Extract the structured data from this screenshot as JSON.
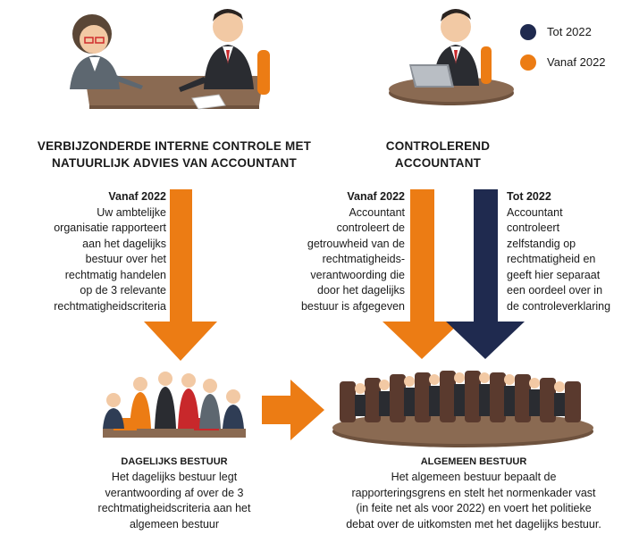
{
  "legend": {
    "items": [
      {
        "label": "Tot 2022",
        "color": "#1f2a4f"
      },
      {
        "label": "Vanaf 2022",
        "color": "#ec7c14"
      }
    ]
  },
  "left_heading": {
    "line1": "VERBIJZONDERDE INTERNE CONTROLE MET",
    "line2": "NATUURLIJK ADVIES VAN ACCOUNTANT"
  },
  "right_heading": {
    "line1": "CONTROLEREND",
    "line2": "ACCOUNTANT"
  },
  "left_arrow_text": {
    "title": "Vanaf 2022",
    "lines": [
      "Uw ambtelijke",
      "organisatie rapporteert",
      "aan het dagelijks",
      "bestuur over het",
      "rechtmatig handelen",
      "op de 3 relevante",
      "rechtmatigheidscriteria"
    ]
  },
  "middle_arrow_text": {
    "title": "Vanaf 2022",
    "lines": [
      "Accountant",
      "controleert de",
      "getrouwheid van de",
      "rechtmatigheids-",
      "verantwoording die",
      "door het dagelijks",
      "bestuur is afgegeven"
    ]
  },
  "right_arrow_text": {
    "title": "Tot 2022",
    "lines": [
      "Accountant",
      "controleert",
      "zelfstandig op",
      "rechtmatigheid en",
      "geeft hier separaat",
      "een oordeel over in",
      "de controleverklaring"
    ]
  },
  "dagelijks": {
    "title": "DAGELIJKS BESTUUR",
    "lines": [
      "Het dagelijks bestuur legt",
      "verantwoording af over de 3",
      "rechtmatigheidscriteria aan het",
      "algemeen bestuur"
    ]
  },
  "algemeen": {
    "title": "ALGEMEEN BESTUUR",
    "lines": [
      "Het algemeen bestuur bepaalt de",
      "rapporteringsgrens en stelt het normenkader vast",
      "(in feite net als voor 2022) en voert het politieke",
      "debat over de uitkomsten met het dagelijks bestuur."
    ]
  },
  "colors": {
    "orange": "#ec7c14",
    "navy": "#1f2a4f",
    "table": "#8a6a52"
  }
}
